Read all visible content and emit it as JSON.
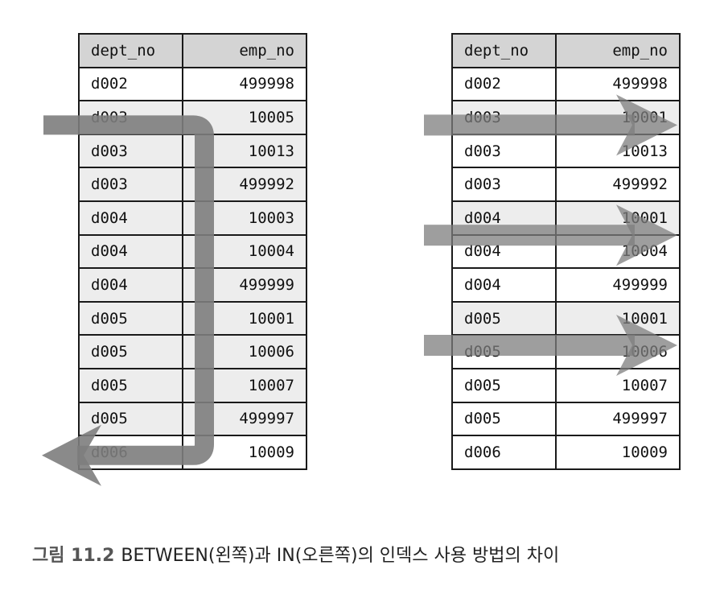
{
  "headers": {
    "col1": "dept_no",
    "col2": "emp_no"
  },
  "left_table": {
    "rows": [
      {
        "dept": "d002",
        "emp": "499998"
      },
      {
        "dept": "d003",
        "emp": "10005"
      },
      {
        "dept": "d003",
        "emp": "10013"
      },
      {
        "dept": "d003",
        "emp": "499992"
      },
      {
        "dept": "d004",
        "emp": "10003"
      },
      {
        "dept": "d004",
        "emp": "10004"
      },
      {
        "dept": "d004",
        "emp": "499999"
      },
      {
        "dept": "d005",
        "emp": "10001"
      },
      {
        "dept": "d005",
        "emp": "10006"
      },
      {
        "dept": "d005",
        "emp": "10007"
      },
      {
        "dept": "d005",
        "emp": "499997"
      },
      {
        "dept": "d006",
        "emp": "10009"
      }
    ],
    "scan_from_row": 1,
    "scan_to_row": 10
  },
  "right_table": {
    "rows": [
      {
        "dept": "d002",
        "emp": "499998"
      },
      {
        "dept": "d003",
        "emp": "10001"
      },
      {
        "dept": "d003",
        "emp": "10013"
      },
      {
        "dept": "d003",
        "emp": "499992"
      },
      {
        "dept": "d004",
        "emp": "10001"
      },
      {
        "dept": "d004",
        "emp": "10004"
      },
      {
        "dept": "d004",
        "emp": "499999"
      },
      {
        "dept": "d005",
        "emp": "10001"
      },
      {
        "dept": "d005",
        "emp": "10006"
      },
      {
        "dept": "d005",
        "emp": "10007"
      },
      {
        "dept": "d005",
        "emp": "499997"
      },
      {
        "dept": "d006",
        "emp": "10009"
      }
    ],
    "lookup_rows": [
      1,
      4,
      7
    ]
  },
  "arrow_color": "#7d7d7d",
  "highlight_color": "#ededed",
  "caption": {
    "figure_label": "그림 11.2",
    "text": "BETWEEN(왼쪽)과 IN(오른쪽)의 인덱스 사용 방법의 차이"
  }
}
